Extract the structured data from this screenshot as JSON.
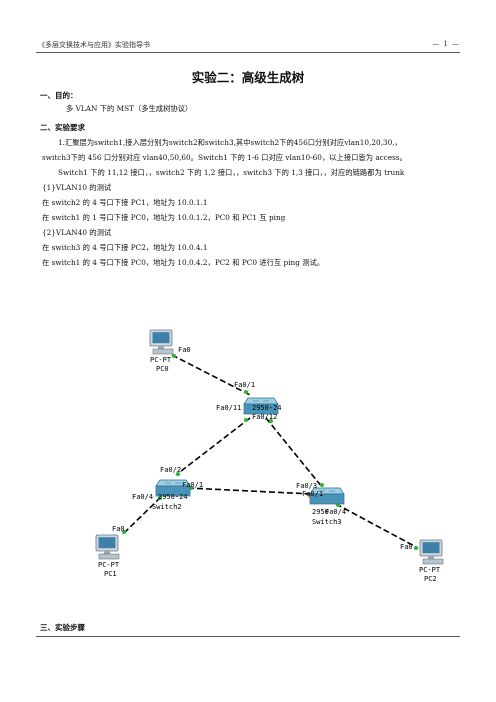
{
  "header": {
    "left": "《多层交换技术与应用》实验指导书",
    "right": "— 1 —"
  },
  "title": "实验二：高级生成树",
  "section1": {
    "heading": "一、目的：",
    "text": "多 VLAN 下的 MST（多生成树协议）"
  },
  "section2": {
    "heading": "二、实验要求",
    "lines": [
      "1.汇聚层为switch1,接入层分别为switch2和switch3,其中switch2下的456口分别对应vlan10,20,30,，",
      "switch3下的 456 口分别对应 vlan40,50,60。Switch1 下的 1-6 口对应 vlan10-60，以上接口皆为 access。",
      "Switch1 下的 11,12 接口，，switch2 下的 1,2 接口，，switch3 下的 1,3 接口，，对应的链路都为 trunk",
      "{1}VLAN10 的测试",
      "在 switch2 的  4 号口下接 PC1，地址为 10.0.1.1",
      "在 switch1 的 1 号口下接 PC0，地址为 10.0.1.2，PC0 和 PC1 互 ping",
      "{2}VLAN40 的测试",
      "在 switch3 的 4 号口下接 PC2，地址为 10.0.4.1",
      "在 switch1 的 4 号口下接 PC0，地址为 10.0.4.2，PC2 和 PC0 进行互 ping 测试。"
    ]
  },
  "diagram": {
    "pc0": {
      "type": "PC-PT",
      "name": "PC0",
      "port": "Fa0"
    },
    "pc1": {
      "type": "PC-PT",
      "name": "PC1",
      "port": "Fa0"
    },
    "pc2": {
      "type": "PC-PT",
      "name": "PC2",
      "port": "Fa0"
    },
    "switch1": {
      "model": "2950-24",
      "ports": {
        "p1": "Fa0/1",
        "p11": "Fa0/11",
        "p12": "Fa0/12"
      }
    },
    "switch2": {
      "model": "2950-24",
      "name": "Switch2",
      "ports": {
        "p2": "Fa0/2",
        "p1": "Fa0/1",
        "p4": "Fa0/4"
      }
    },
    "switch3": {
      "model": "2950",
      "name": "Switch3",
      "ports": {
        "p3": "Fa0/3",
        "p1": "Fa0/1",
        "p4": "Fa0/4"
      }
    },
    "colors": {
      "link_up": "#2fb52f",
      "link_blocked": "#f08a1c",
      "switch_body": "#4a93b8"
    }
  },
  "section3": {
    "heading": "三、实验步骤"
  }
}
